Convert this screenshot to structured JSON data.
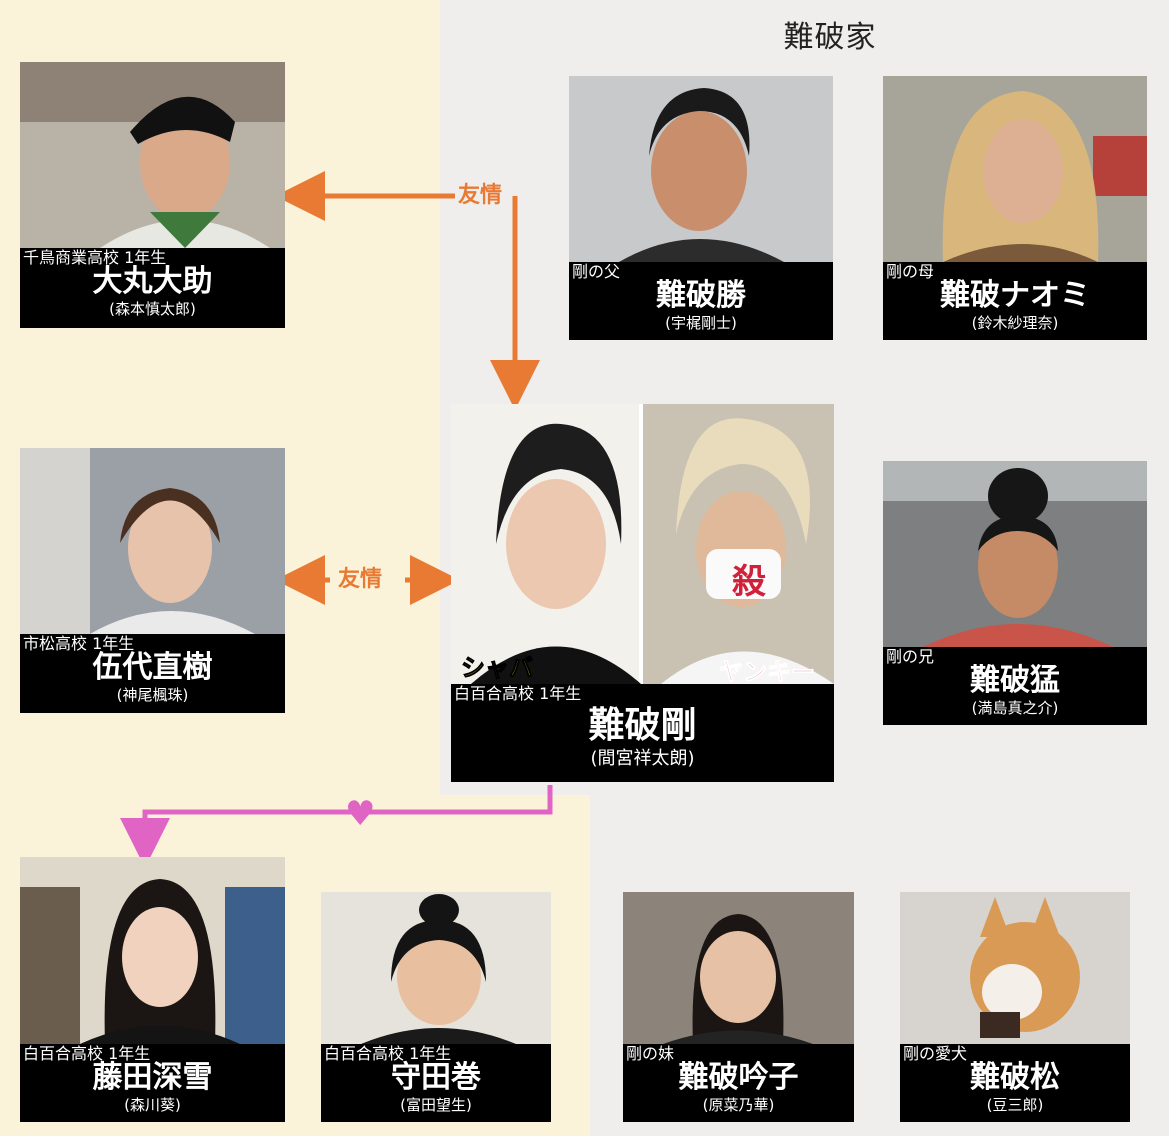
{
  "title": "難破家",
  "relations": {
    "daimaru": "友情",
    "godai": "友情",
    "fujita": "♥"
  },
  "tags": {
    "shaba": "シャバ",
    "yankee": "ヤンキー",
    "mask": "殺"
  },
  "colors": {
    "friendship": "#e87a34",
    "love": "#e064c4"
  },
  "characters": {
    "daimaru": {
      "role": "千鳥商業高校 1年生",
      "name": "大丸大助",
      "actor": "(森本慎太郎)"
    },
    "godai": {
      "role": "市松高校 1年生",
      "name": "伍代直樹",
      "actor": "(神尾楓珠)"
    },
    "tsuyoshi": {
      "role": "白百合高校 1年生",
      "name": "難破剛",
      "actor": "(間宮祥太朗)"
    },
    "father": {
      "role": "剛の父",
      "name": "難破勝",
      "actor": "(宇梶剛士)"
    },
    "mother": {
      "role": "剛の母",
      "name": "難破ナオミ",
      "actor": "(鈴木紗理奈)"
    },
    "brother": {
      "role": "剛の兄",
      "name": "難破猛",
      "actor": "(満島真之介)"
    },
    "fujita": {
      "role": "白百合高校 1年生",
      "name": "藤田深雪",
      "actor": "(森川葵)"
    },
    "morita": {
      "role": "白百合高校 1年生",
      "name": "守田巻",
      "actor": "(富田望生)"
    },
    "sister": {
      "role": "剛の妹",
      "name": "難破吟子",
      "actor": "(原菜乃華)"
    },
    "dog": {
      "role": "剛の愛犬",
      "name": "難破松",
      "actor": "(豆三郎)"
    }
  }
}
